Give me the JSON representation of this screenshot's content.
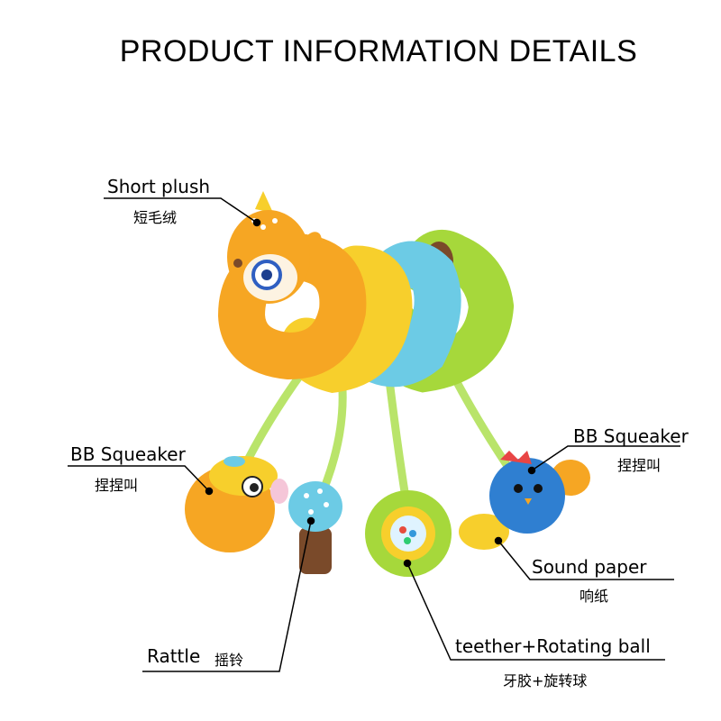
{
  "title": "PRODUCT INFORMATION DETAILS",
  "labels": {
    "short_plush": {
      "en": "Short plush",
      "cn": "短毛绒"
    },
    "bb_squeaker_left": {
      "en": "BB Squeaker",
      "cn": "捏捏叫"
    },
    "bb_squeaker_right": {
      "en": "BB Squeaker",
      "cn": "捏捏叫"
    },
    "sound_paper": {
      "en": "Sound paper",
      "cn": "响纸"
    },
    "rattle": {
      "en": "Rattle",
      "cn": "摇铃"
    },
    "teether": {
      "en": "teether+Rotating ball",
      "cn": "牙胶+旋转球"
    }
  },
  "colors": {
    "orange": "#f6a623",
    "yellow": "#f7cf2c",
    "blue": "#6ccbe5",
    "green": "#a6d83b",
    "brown": "#7a4a2a",
    "navy": "#2f5fc2"
  }
}
